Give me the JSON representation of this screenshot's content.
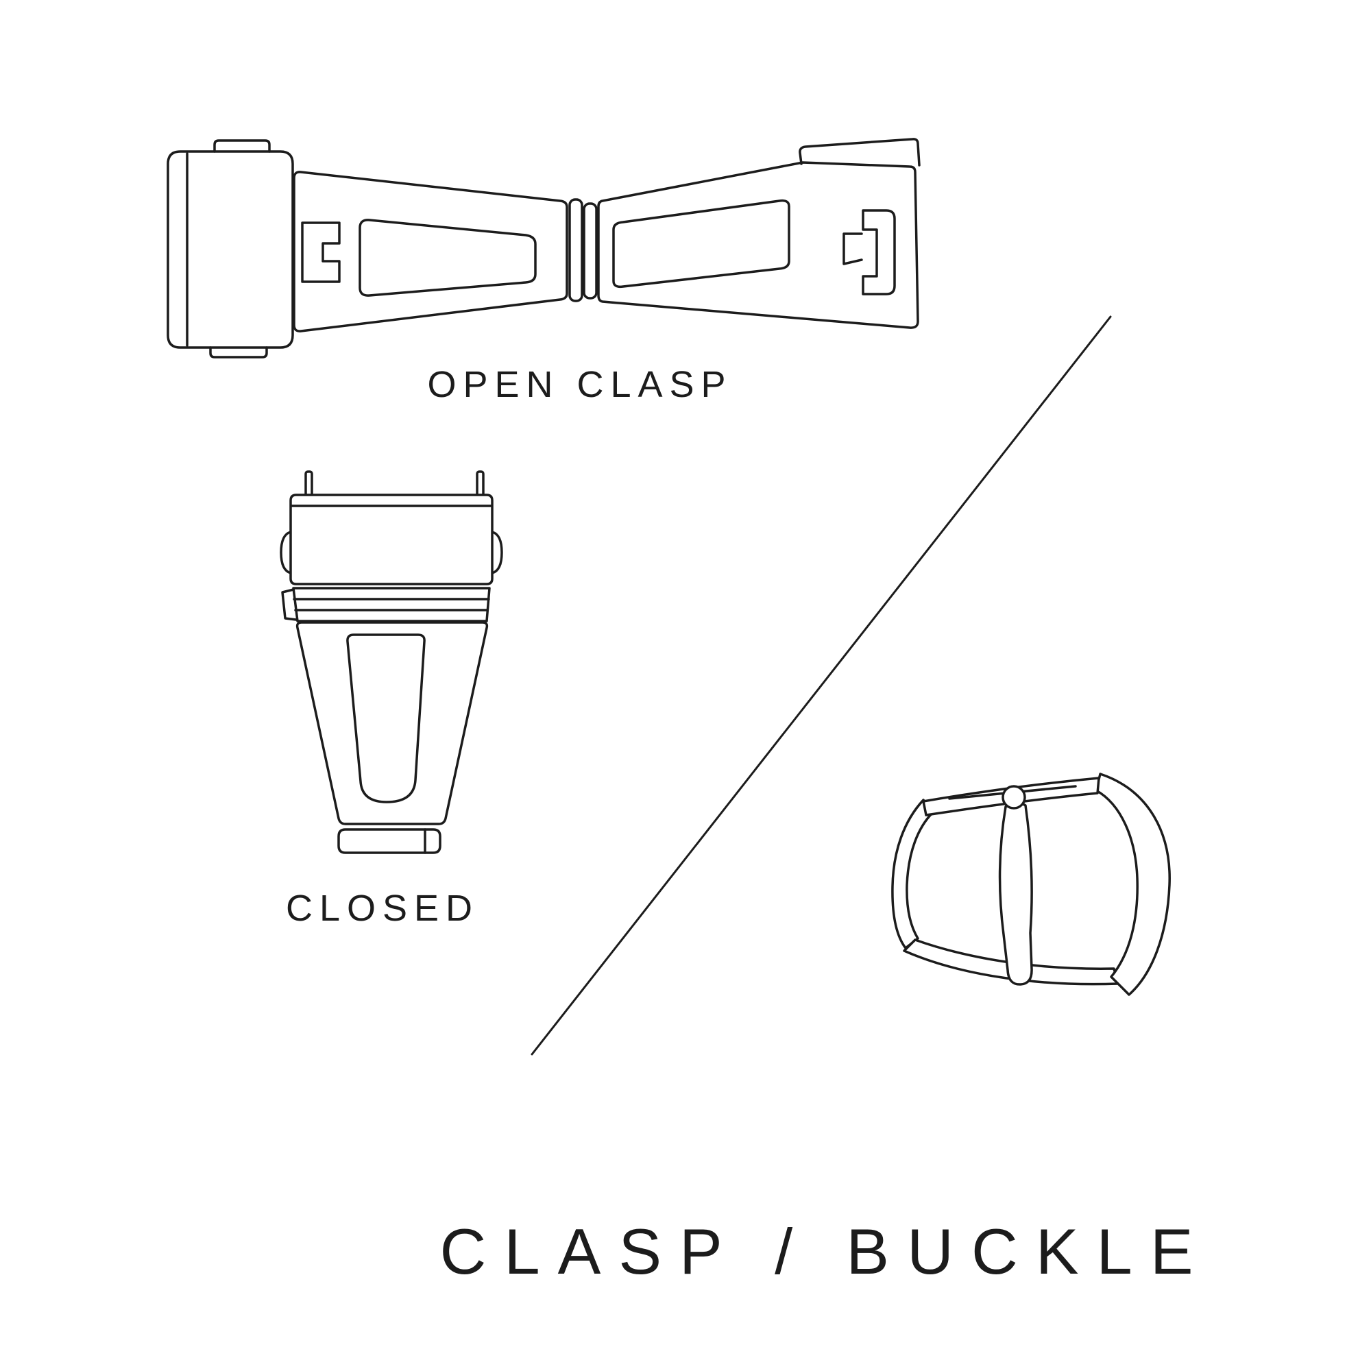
{
  "page": {
    "background_color": "#ffffff",
    "ink_color": "#1c1c1c"
  },
  "figure": {
    "open_clasp_caption": "OPEN CLASP",
    "closed_clasp_caption": "CLOSED",
    "title": "CLASP / BUCKLE"
  },
  "icons": {
    "open_clasp": "open-deployant-clasp-line-art",
    "closed_clasp": "closed-deployant-clasp-line-art",
    "pin_buckle": "pin-buckle-line-art",
    "divider": "diagonal-divider-line"
  }
}
